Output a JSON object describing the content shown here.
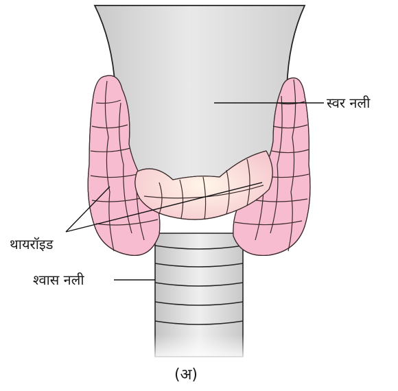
{
  "labels": {
    "larynx": "स्वर नली",
    "thyroid": "थायरॉइड",
    "trachea": "श्वास नली"
  },
  "caption": "(अ)",
  "colors": {
    "thyroid_pink": "#f7bcd0",
    "thyroid_cream": "#fbe6d4",
    "larynx_grey": "#dcdcdc",
    "trachea_grey": "#e2e2e2",
    "outline": "#222222"
  }
}
